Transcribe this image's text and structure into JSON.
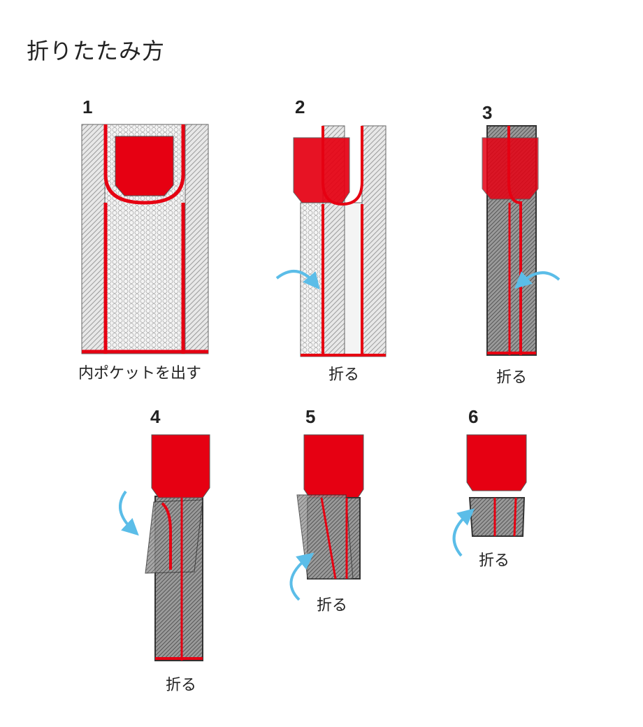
{
  "title": "折りたたみ方",
  "colors": {
    "red": "#e60012",
    "blue_arrow": "#5bbde8",
    "dark_gray": "#555555",
    "light_gray": "#bdbdbd"
  },
  "steps": [
    {
      "number": "1",
      "caption": "内ポケットを出す"
    },
    {
      "number": "2",
      "caption": "折る"
    },
    {
      "number": "3",
      "caption": "折る"
    },
    {
      "number": "4",
      "caption": "折る"
    },
    {
      "number": "5",
      "caption": "折る"
    },
    {
      "number": "6",
      "caption": "折る"
    }
  ]
}
